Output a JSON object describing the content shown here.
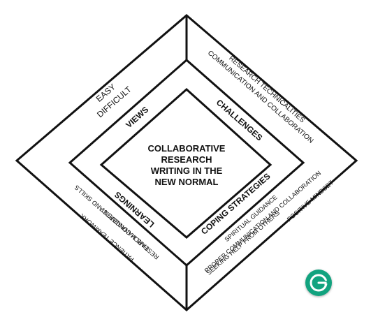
{
  "center": {
    "lines": [
      "COLLABORATIVE",
      "RESEARCH",
      "WRITING IN THE",
      "NEW NORMAL"
    ]
  },
  "sections": {
    "views": "VIEWS",
    "challenges": "CHALLENGES",
    "coping": "COPING STRATEGIES",
    "learnings": "LEARNINGS"
  },
  "views_items": [
    "EASY",
    "DIFFICULT"
  ],
  "challenges_items": [
    "RESEARCH TECHNICALITIES",
    "COMMUNICATION AND COLLABORATION"
  ],
  "coping_items": [
    "POSITIVE MINDSET",
    "PROPER COMMUNICATION AND COLLABORATION",
    "SPIRITUAL GUIDANCE",
    "SEEKING HELP FROM OTHERS"
  ],
  "learnings_items": [
    "PATIENCE   TEAMWORK",
    "TIME MANAGEMENT",
    "RESEARCH CONCEPTS AND SKILLS"
  ],
  "colors": {
    "line": "#111111",
    "badge": "#12a37f"
  },
  "icons": {
    "badge": "grammarly-icon"
  }
}
